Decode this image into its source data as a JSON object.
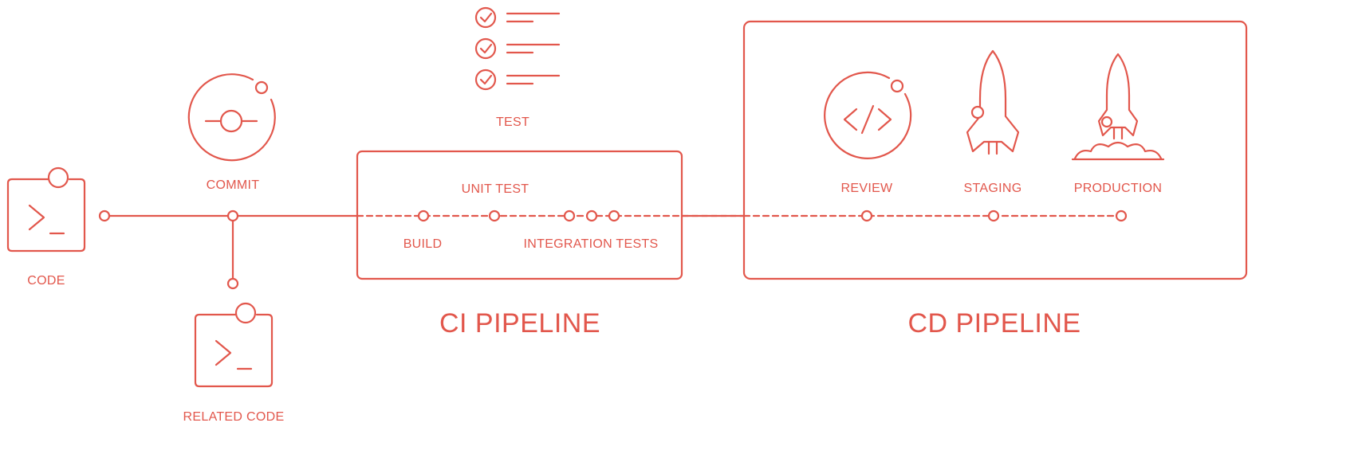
{
  "colors": {
    "accent": "#E2574C",
    "background": "#FFFFFF"
  },
  "labels": {
    "code": "CODE",
    "commit": "COMMIT",
    "related_code": "RELATED CODE",
    "test": "TEST",
    "unit_test": "UNIT TEST",
    "build": "BUILD",
    "integration_tests": "INTEGRATION TESTS",
    "review": "REVIEW",
    "staging": "STAGING",
    "production": "PRODUCTION"
  },
  "titles": {
    "ci_pipeline": "CI PIPELINE",
    "cd_pipeline": "CD PIPELINE"
  },
  "icons": {
    "code": "terminal-icon",
    "commit": "commit-icon",
    "related_code": "terminal-icon",
    "test": "checklist-icon",
    "review": "code-review-icon",
    "staging": "rocket-icon",
    "production": "rocket-launch-icon"
  }
}
